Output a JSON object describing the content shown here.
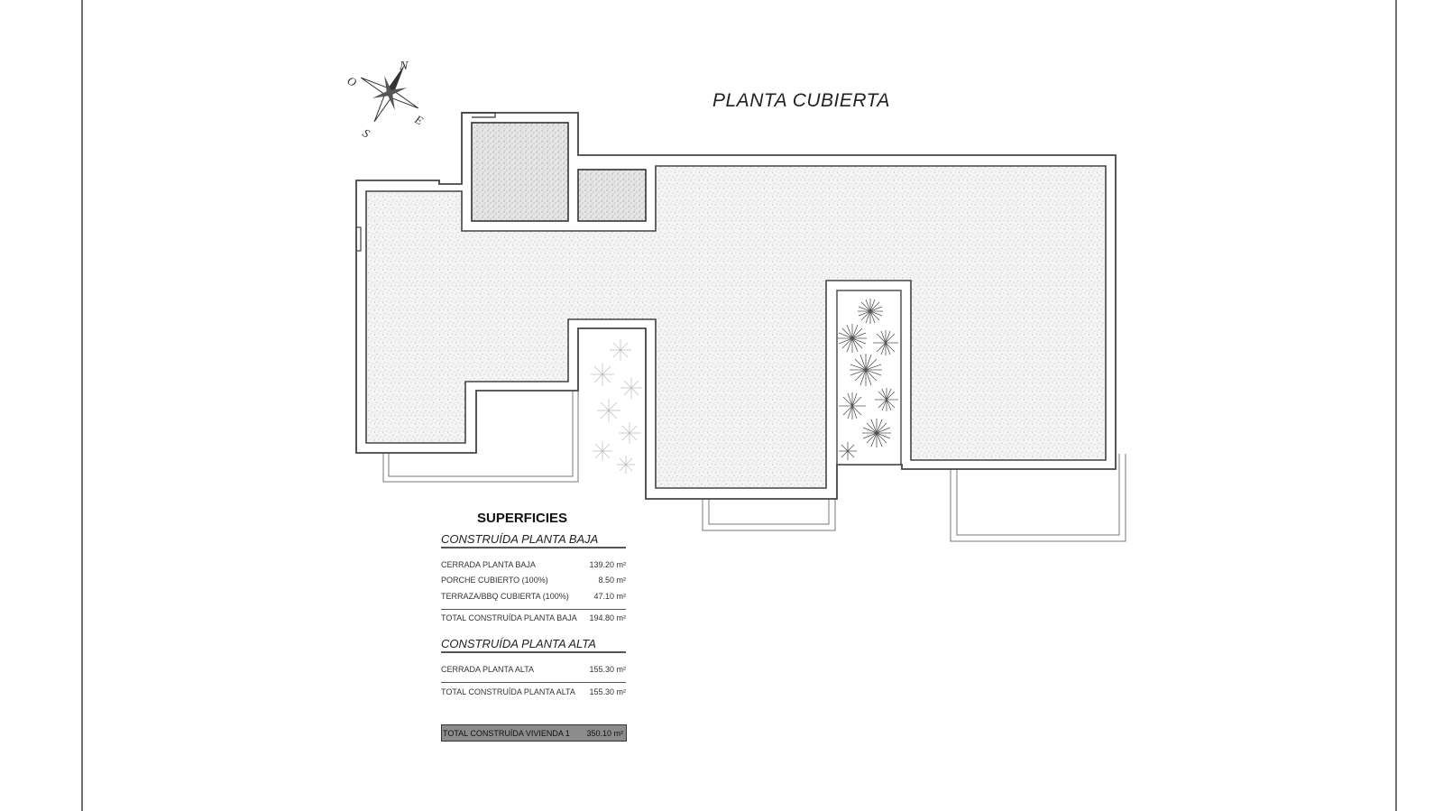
{
  "plan": {
    "title": "PLANTA CUBIERTA"
  },
  "compass": {
    "north": "N",
    "east": "E",
    "south": "S",
    "west": "O"
  },
  "superficies": {
    "heading": "SUPERFICIES",
    "planta_baja": {
      "title": "CONSTRUÍDA PLANTA BAJA",
      "rows": [
        {
          "label": "CERRADA PLANTA BAJA",
          "value": "139.20 m²"
        },
        {
          "label": "PORCHE CUBIERTO (100%)",
          "value": "8.50 m²"
        },
        {
          "label": "TERRAZA/BBQ CUBIERTA (100%)",
          "value": "47.10 m²"
        }
      ],
      "total": {
        "label": "TOTAL CONSTRUÍDA PLANTA BAJA",
        "value": "194.80 m²"
      }
    },
    "planta_alta": {
      "title": "CONSTRUÍDA PLANTA ALTA",
      "rows": [
        {
          "label": "CERRADA PLANTA ALTA",
          "value": "155.30 m²"
        }
      ],
      "total": {
        "label": "TOTAL CONSTRUÍDA PLANTA ALTA",
        "value": "155.30 m²"
      }
    },
    "grand_total": {
      "label": "TOTAL CONSTRUÍDA VIVIENDA 1",
      "value": "350.10 m²"
    }
  }
}
